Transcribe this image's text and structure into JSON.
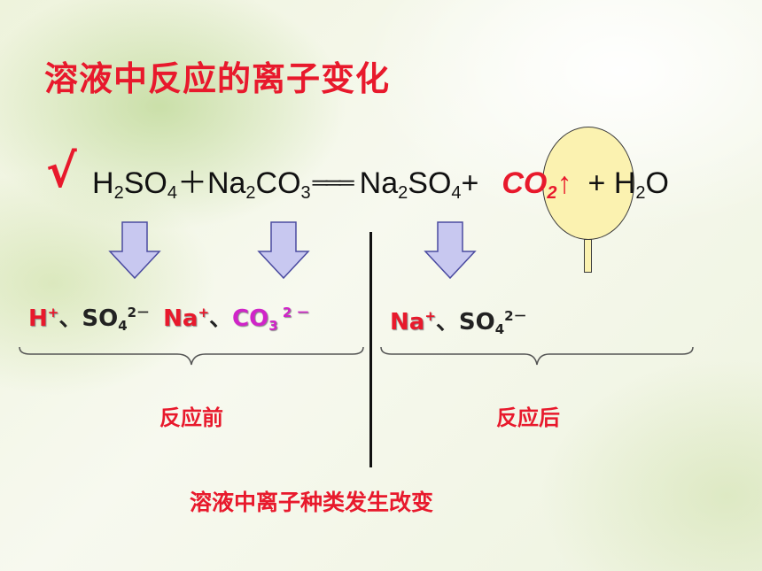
{
  "title": "溶液中反应的离子变化",
  "check_mark": "√",
  "equation": {
    "r1_a": "H",
    "r1_sub2": "2",
    "r1_b": "SO",
    "r1_sub4": "4",
    "plus1": "＋",
    "r2_a": "Na",
    "r2_sub2": "2",
    "r2_b": "CO",
    "r2_sub3": "3",
    "equals": "═══",
    "p1_a": "Na",
    "p1_sub2": "2",
    "p1_b": "SO",
    "p1_sub4": "4",
    "plus2": "+",
    "co2_a": "CO",
    "co2_sub": "2",
    "co2_arrow": "↑",
    "plus3": "+ ",
    "h2o_a": "H",
    "h2o_sub": "2",
    "h2o_b": "O"
  },
  "ions_before": {
    "h": "H",
    "h_charge": "+",
    "sep1": "、",
    "so4": "SO",
    "so4_sub": "4",
    "so4_charge": "2－",
    "na": "Na",
    "na_charge": "+",
    "sep2": "、",
    "co3": "CO",
    "co3_sub": "3",
    "co3_charge": " 2 －"
  },
  "ions_after": {
    "na": "Na",
    "na_charge": "+",
    "sep": "、",
    "so4": "SO",
    "so4_sub": "4",
    "so4_charge": "2－"
  },
  "label_before": "反应前",
  "label_after": "反应后",
  "conclusion": "溶液中离子种类发生改变",
  "colors": {
    "accent_red": "#e8192c",
    "magenta": "#d024c8",
    "arrow_fill": "#c8c8f0",
    "arrow_stroke": "#4a4aa0",
    "balloon": "#fbf2b0"
  }
}
